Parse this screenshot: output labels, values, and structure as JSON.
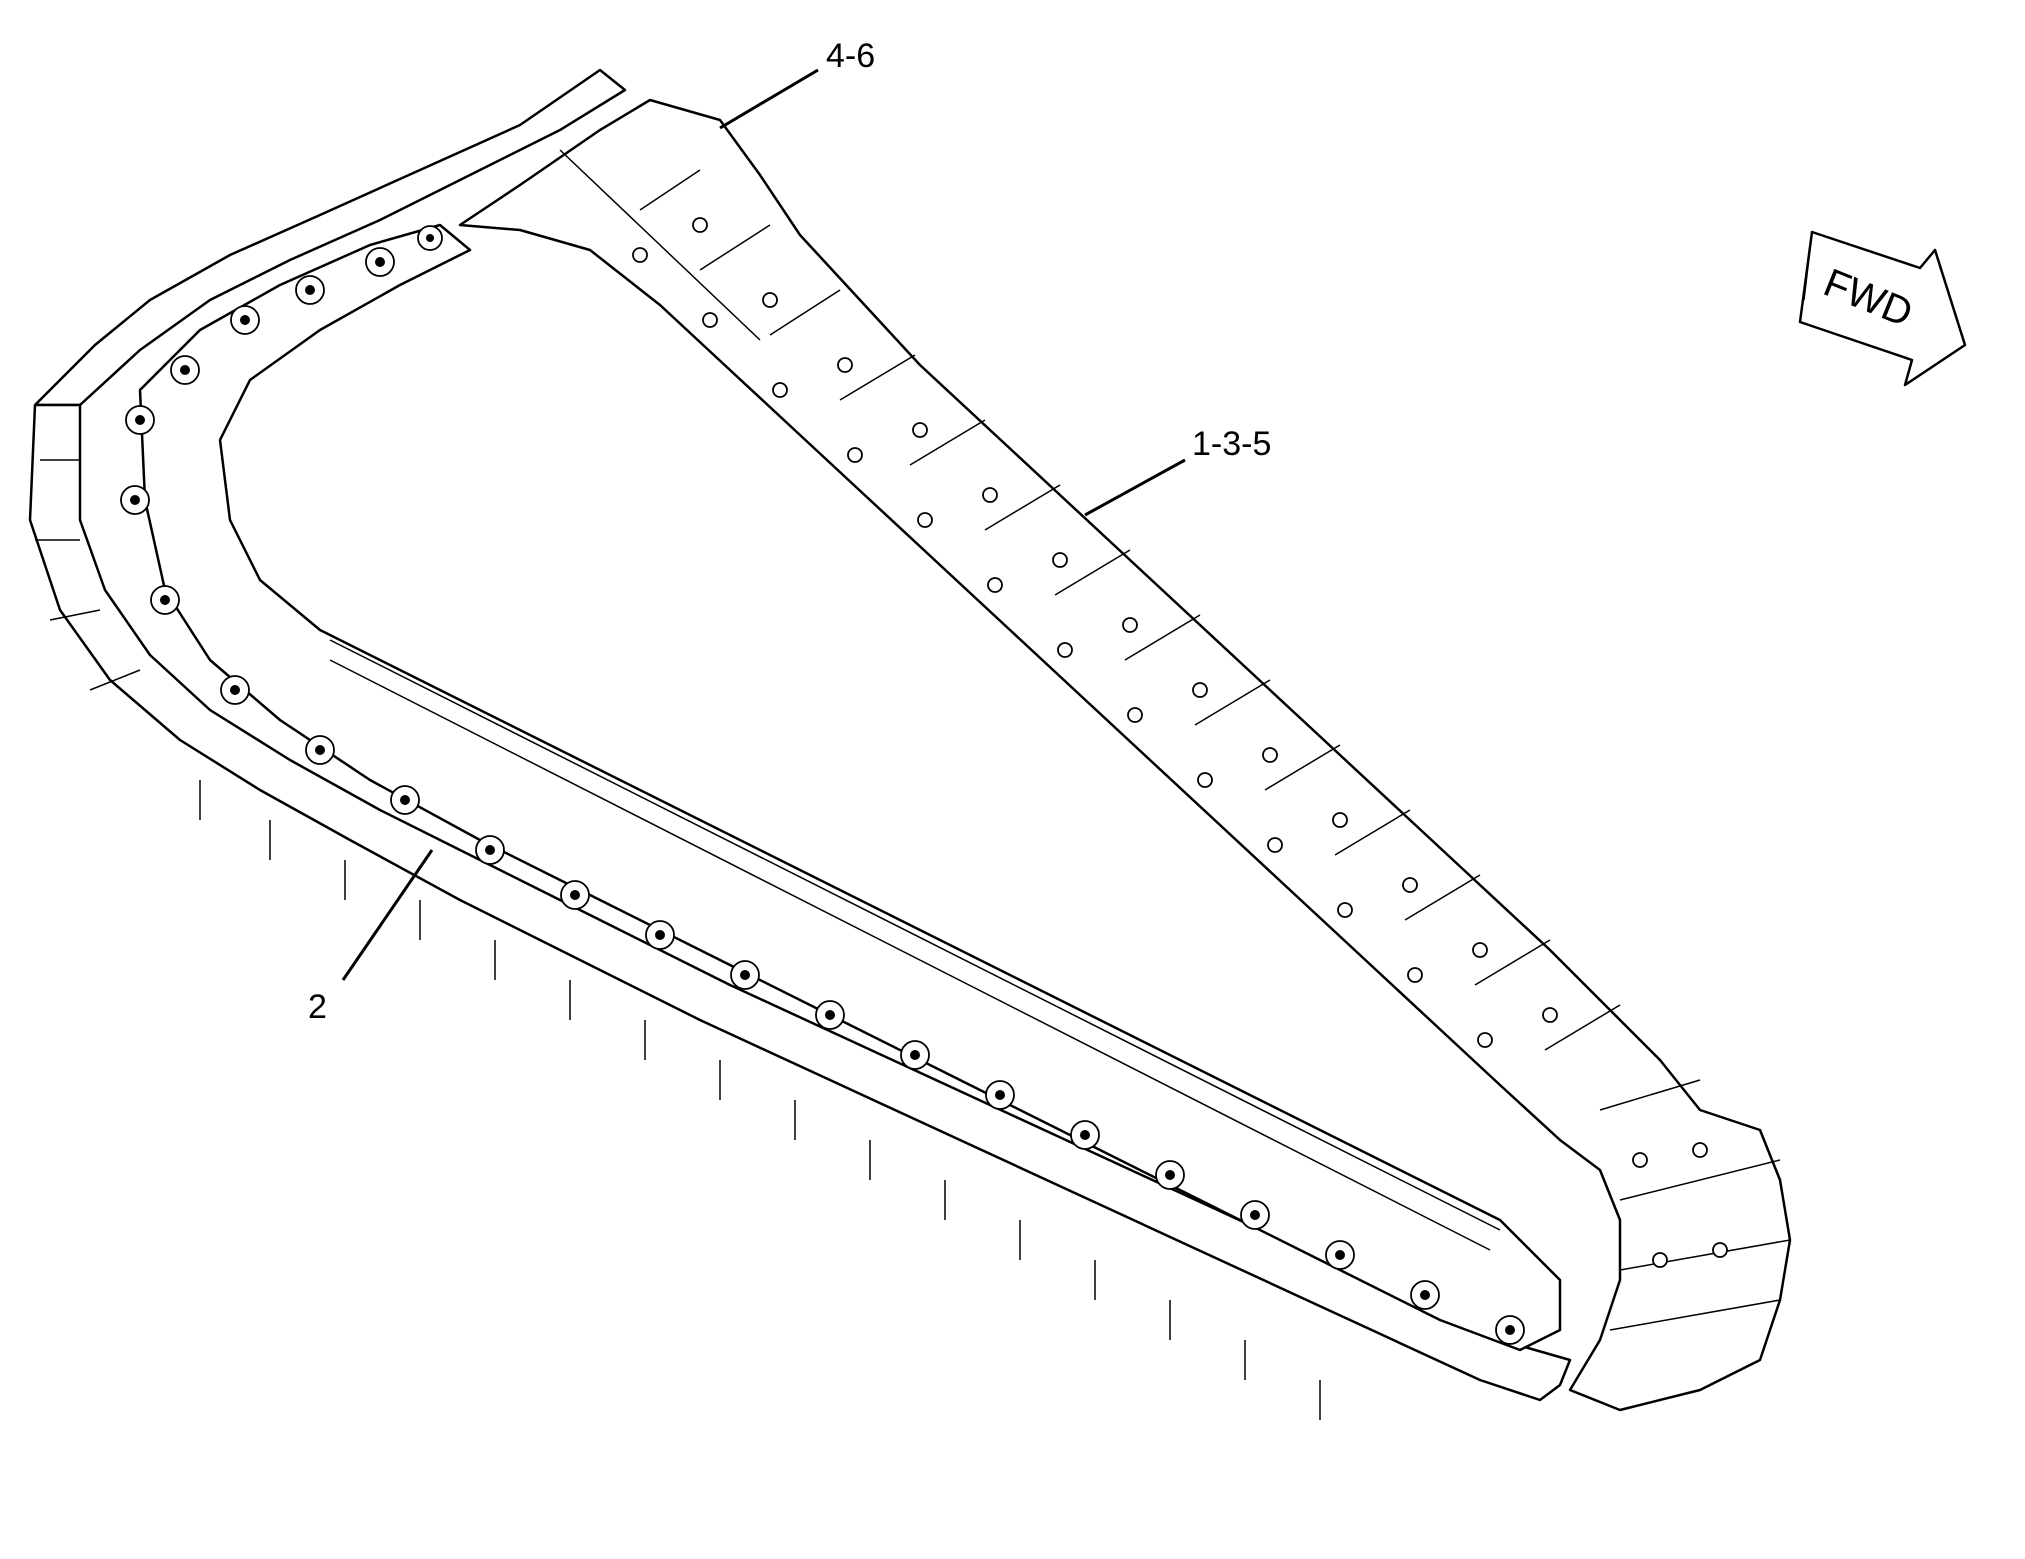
{
  "callouts": [
    {
      "id": "c1",
      "label": "4-6"
    },
    {
      "id": "c2",
      "label": "1-3-5"
    },
    {
      "id": "c3",
      "label": "2"
    }
  ],
  "direction_arrow": {
    "label": "FWD",
    "icon": "forward-arrow-icon"
  },
  "illustration": {
    "subject": "track-chain-assembly",
    "icon": "track-chain-icon"
  }
}
